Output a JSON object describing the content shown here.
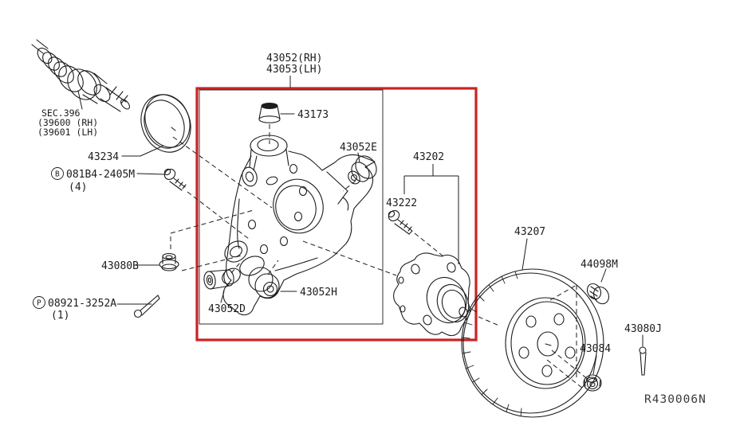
{
  "colors": {
    "highlight_box": "#cc2222",
    "line": "#1c1c1c",
    "background": "#ffffff"
  },
  "diagram": {
    "ref_code": "R430006N",
    "section_ref": {
      "line1": "SEC.396",
      "line2": "(39600 (RH)",
      "line3": "(39601 (LH)"
    },
    "assembly_label": {
      "rh": "43052(RH)",
      "lh": "43053(LH)"
    },
    "parts": {
      "seal": "43234",
      "bolt_b_letter": "B",
      "bolt_b": "081B4-2405M",
      "bolt_b_qty": "(4)",
      "nut_lower": "43080B",
      "pin_p_letter": "P",
      "pin_p": "08921-3252A",
      "pin_p_qty": "(1)",
      "cap": "43173",
      "bushing_e": "43052E",
      "hub_assembly": "43202",
      "hub_bolt": "43222",
      "bushing_d": "43052D",
      "bushing_h": "43052H",
      "rotor": "43207",
      "plug": "44098M",
      "nut_axle": "43084",
      "cotter_pin": "43080J"
    }
  }
}
